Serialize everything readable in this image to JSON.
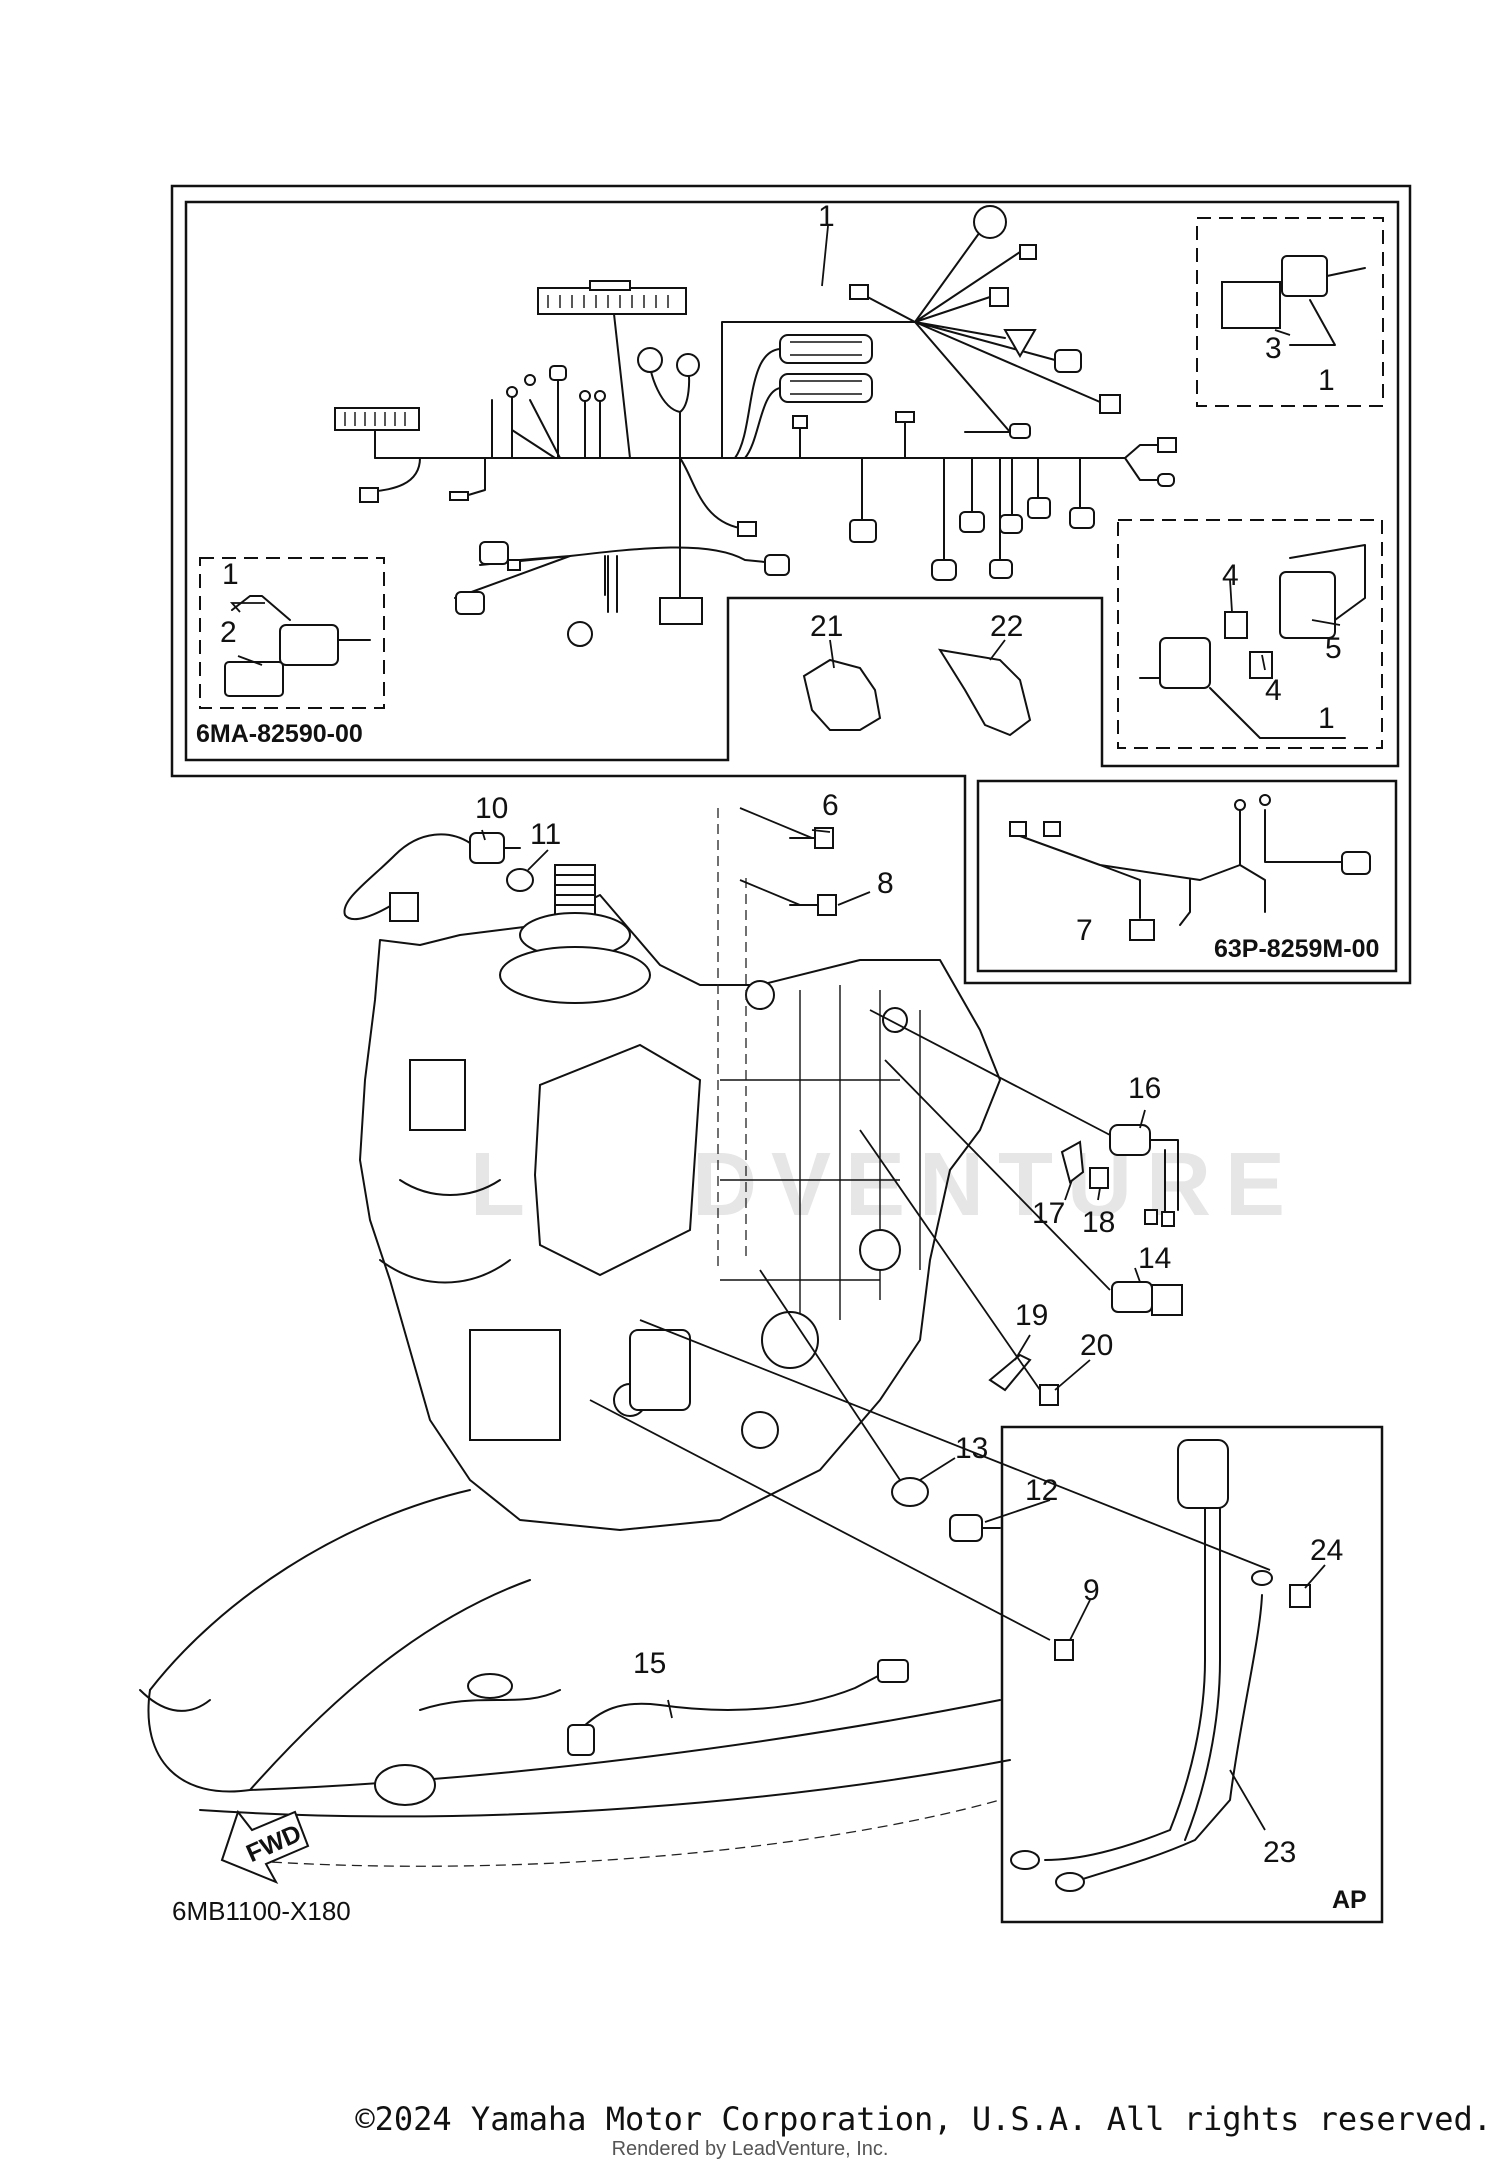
{
  "callouts": [
    {
      "id": "c1a",
      "label": "1"
    },
    {
      "id": "c1b",
      "label": "1"
    },
    {
      "id": "c1c",
      "label": "1"
    },
    {
      "id": "c1d",
      "label": "1"
    },
    {
      "id": "c2",
      "label": "2"
    },
    {
      "id": "c3",
      "label": "3"
    },
    {
      "id": "c4a",
      "label": "4"
    },
    {
      "id": "c4b",
      "label": "4"
    },
    {
      "id": "c5",
      "label": "5"
    },
    {
      "id": "c6",
      "label": "6"
    },
    {
      "id": "c7",
      "label": "7"
    },
    {
      "id": "c8",
      "label": "8"
    },
    {
      "id": "c9",
      "label": "9"
    },
    {
      "id": "c10",
      "label": "10"
    },
    {
      "id": "c11",
      "label": "11"
    },
    {
      "id": "c12",
      "label": "12"
    },
    {
      "id": "c13",
      "label": "13"
    },
    {
      "id": "c14",
      "label": "14"
    },
    {
      "id": "c15",
      "label": "15"
    },
    {
      "id": "c16",
      "label": "16"
    },
    {
      "id": "c17",
      "label": "17"
    },
    {
      "id": "c18",
      "label": "18"
    },
    {
      "id": "c19",
      "label": "19"
    },
    {
      "id": "c20",
      "label": "20"
    },
    {
      "id": "c21",
      "label": "21"
    },
    {
      "id": "c22",
      "label": "22"
    },
    {
      "id": "c23",
      "label": "23"
    },
    {
      "id": "c24",
      "label": "24"
    }
  ],
  "codes": {
    "harness_subset_left": "6MA-82590-00",
    "harness_subset_right": "63P-8259M-00",
    "drawing_id": "6MB1100-X180",
    "ap_box": "AP",
    "fwd_arrow": "FWD"
  },
  "footer": {
    "copyright": "©2024 Yamaha Motor Corporation, U.S.A. All rights reserved.",
    "rendered_by": "Rendered by LeadVenture, Inc."
  },
  "watermark": "LEADVENTURE"
}
